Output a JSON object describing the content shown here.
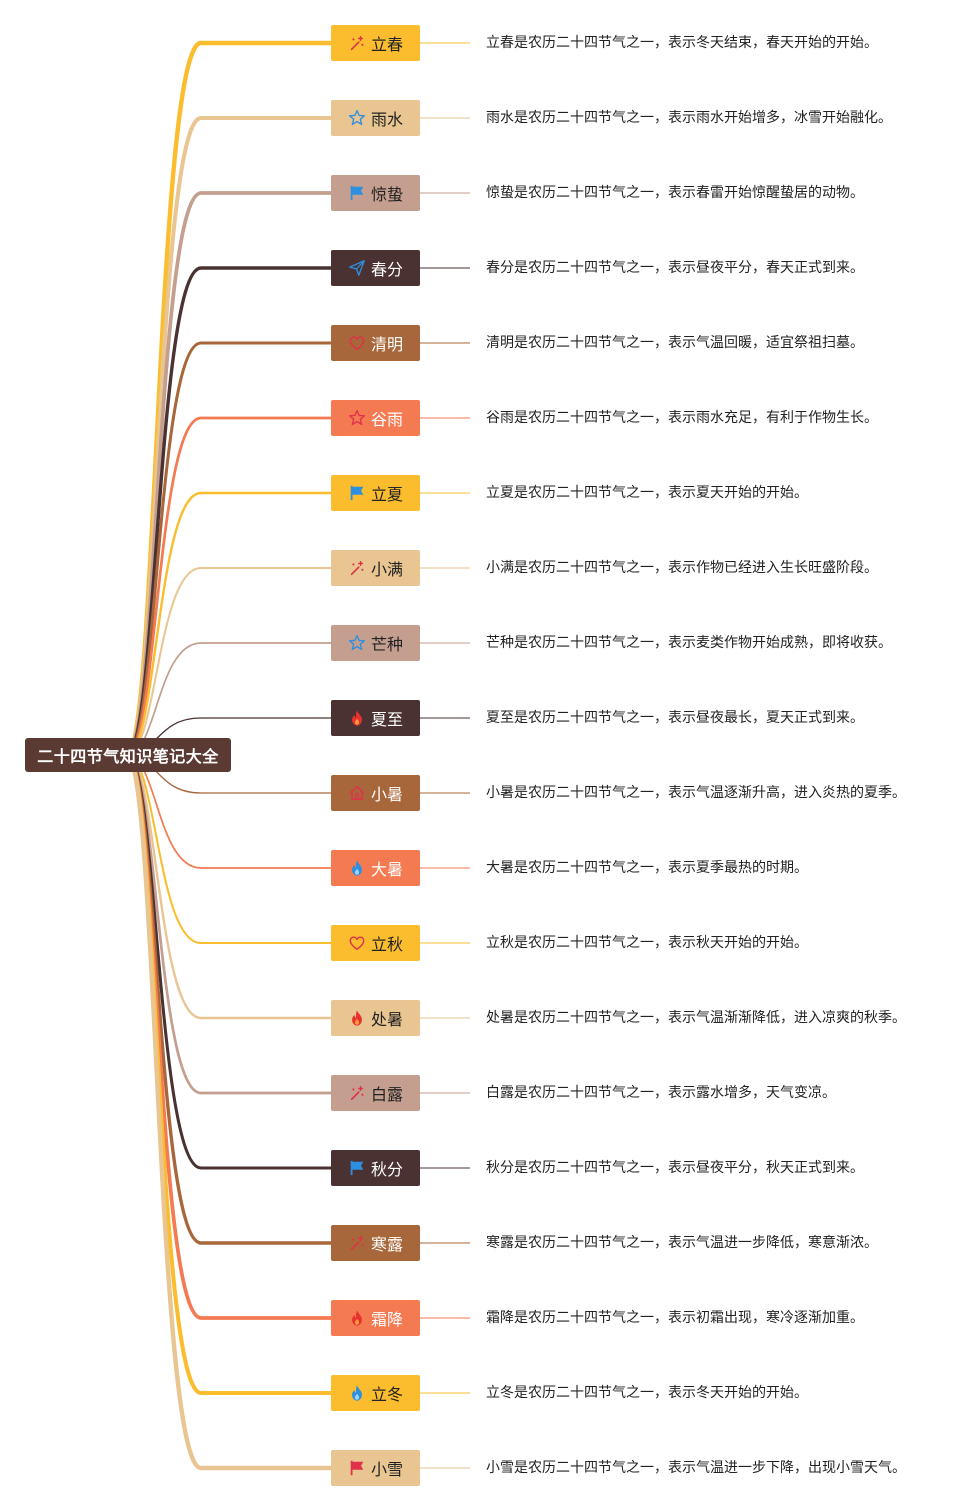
{
  "root": {
    "label": "二十四节气知识笔记大全",
    "color": "#5a3a32"
  },
  "palette": {
    "gold": "#fbbd2e",
    "tan": "#e8c591",
    "rose": "#c49e8f",
    "dark": "#4a3232",
    "brown": "#a8673a",
    "coral": "#f47a52"
  },
  "terms": [
    {
      "name": "立春",
      "icon": "sparkle-icon",
      "color": "gold",
      "text": "立春是农历二十四节气之一，表示冬天结束，春天开始的开始。"
    },
    {
      "name": "雨水",
      "icon": "star-outline-icon",
      "color": "tan",
      "text": "雨水是农历二十四节气之一，表示雨水开始增多，冰雪开始融化。"
    },
    {
      "name": "惊蛰",
      "icon": "flag-icon",
      "color": "rose",
      "text": "惊蛰是农历二十四节气之一，表示春雷开始惊醒蛰居的动物。"
    },
    {
      "name": "春分",
      "icon": "paper-plane-icon",
      "color": "dark",
      "text": "春分是农历二十四节气之一，表示昼夜平分，春天正式到来。"
    },
    {
      "name": "清明",
      "icon": "heart-icon",
      "color": "brown",
      "text": "清明是农历二十四节气之一，表示气温回暖，适宜祭祖扫墓。"
    },
    {
      "name": "谷雨",
      "icon": "star-outline-icon",
      "color": "coral",
      "text": "谷雨是农历二十四节气之一，表示雨水充足，有利于作物生长。"
    },
    {
      "name": "立夏",
      "icon": "flag-icon",
      "color": "gold",
      "text": "立夏是农历二十四节气之一，表示夏天开始的开始。"
    },
    {
      "name": "小满",
      "icon": "sparkle-icon",
      "color": "tan",
      "text": "小满是农历二十四节气之一，表示作物已经进入生长旺盛阶段。"
    },
    {
      "name": "芒种",
      "icon": "star-outline-icon",
      "color": "rose",
      "text": "芒种是农历二十四节气之一，表示麦类作物开始成熟，即将收获。"
    },
    {
      "name": "夏至",
      "icon": "fire-icon",
      "color": "dark",
      "text": "夏至是农历二十四节气之一，表示昼夜最长，夏天正式到来。"
    },
    {
      "name": "小暑",
      "icon": "home-icon",
      "color": "brown",
      "text": "小暑是农历二十四节气之一，表示气温逐渐升高，进入炎热的夏季。"
    },
    {
      "name": "大暑",
      "icon": "drop-icon",
      "color": "coral",
      "text": "大暑是农历二十四节气之一，表示夏季最热的时期。"
    },
    {
      "name": "立秋",
      "icon": "heart-icon",
      "color": "gold",
      "text": "立秋是农历二十四节气之一，表示秋天开始的开始。"
    },
    {
      "name": "处暑",
      "icon": "fire-icon",
      "color": "tan",
      "text": "处暑是农历二十四节气之一，表示气温渐渐降低，进入凉爽的秋季。"
    },
    {
      "name": "白露",
      "icon": "sparkle-icon",
      "color": "rose",
      "text": "白露是农历二十四节气之一，表示露水增多，天气变凉。"
    },
    {
      "name": "秋分",
      "icon": "flag-icon",
      "color": "dark",
      "text": "秋分是农历二十四节气之一，表示昼夜平分，秋天正式到来。"
    },
    {
      "name": "寒露",
      "icon": "sparkle-icon",
      "color": "brown",
      "text": "寒露是农历二十四节气之一，表示气温进一步降低，寒意渐浓。"
    },
    {
      "name": "霜降",
      "icon": "fire-icon",
      "color": "coral",
      "text": "霜降是农历二十四节气之一，表示初霜出现，寒冷逐渐加重。"
    },
    {
      "name": "立冬",
      "icon": "drop-icon",
      "color": "gold",
      "text": "立冬是农历二十四节气之一，表示冬天开始的开始。"
    },
    {
      "name": "小雪",
      "icon": "flag-icon",
      "color": "tan",
      "text": "小雪是农历二十四节气之一，表示气温进一步下降，出现小雪天气。"
    }
  ]
}
